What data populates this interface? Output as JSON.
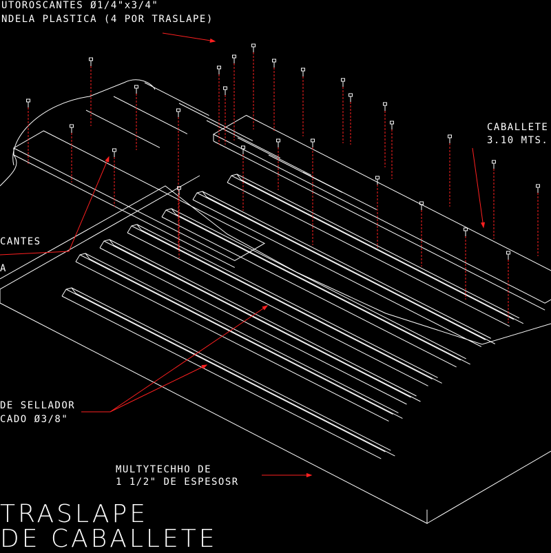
{
  "drawing": {
    "background": "#000000",
    "line_color": "#ffffff",
    "leader_color": "#ff2020",
    "annotations": {
      "screws_line1": "UTOROSCANTES Ø1/4\"x3/4\"",
      "screws_line2": "NDELA PLASTICA (4 POR TRASLAPE)",
      "ridge_line1": "CABALLETE",
      "ridge_line2": "3.10 MTS.",
      "left_line1": "CANTES",
      "left_line2": "A",
      "sealer_line1": "DE SELLADOR",
      "sealer_line2": "CADO Ø3/8\"",
      "panel_line1": "MULTYTECHHO DE",
      "panel_line2": "1 1/2\" DE ESPESOSR"
    },
    "title_line1": "TRASLAPE",
    "title_line2": "DE CABALLETE"
  }
}
